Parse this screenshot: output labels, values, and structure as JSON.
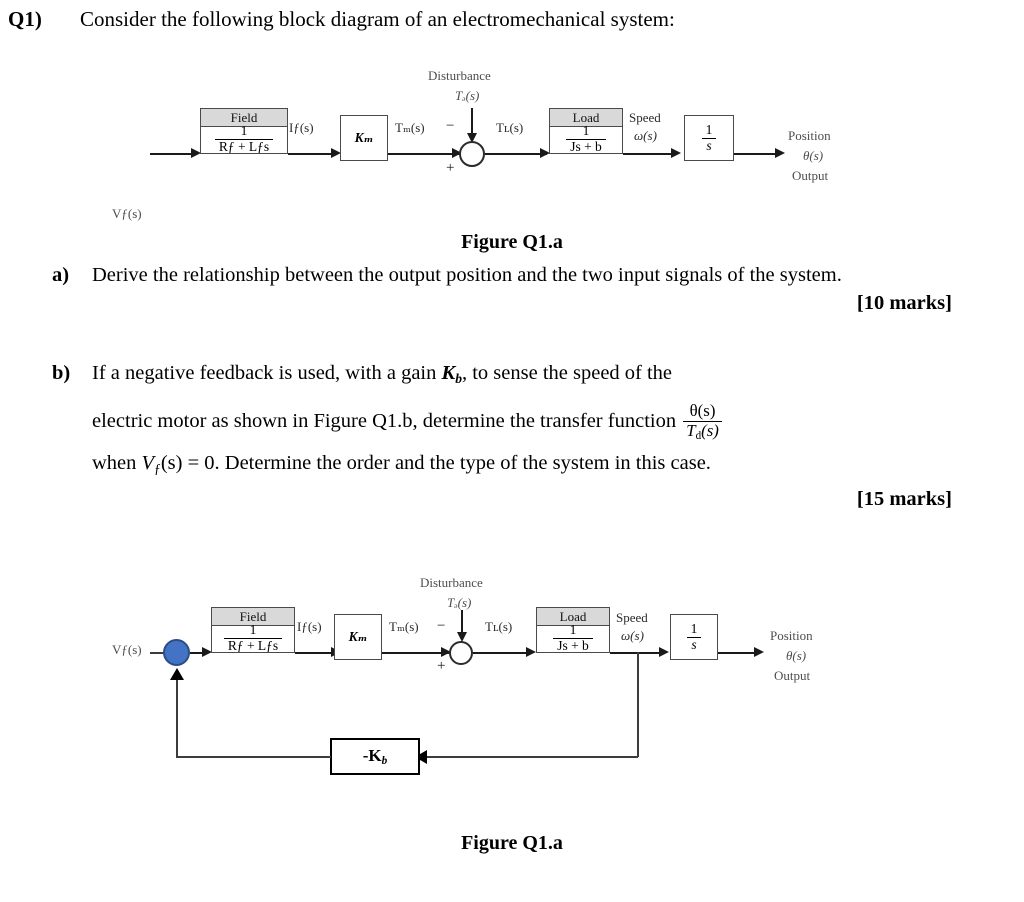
{
  "question": {
    "number": "Q1)",
    "prompt": "Consider the following block diagram of an electromechanical system:"
  },
  "figure_a": {
    "caption": "Figure Q1.a",
    "blocks": [
      {
        "id": "field",
        "header": "Field",
        "numerator": "1",
        "denominator": "Rƒ + Lƒs"
      },
      {
        "id": "km",
        "header": "",
        "label": "Kₘ"
      },
      {
        "id": "load",
        "header": "Load",
        "numerator": "1",
        "denominator": "Js + b"
      },
      {
        "id": "integrator",
        "header": "",
        "numerator": "1",
        "denominator": "s"
      }
    ],
    "signals": {
      "input": "Vƒ(s)",
      "field_current": "Iƒ(s)",
      "motor_torque": "Tₘ(s)",
      "load_torque": "Tʟ(s)",
      "disturbance_title": "Disturbance",
      "disturbance_signal": "Tₔ(s)",
      "speed_title": "Speed",
      "speed_signal": "ω(s)",
      "position_title": "Position",
      "position_signal": "θ(s)",
      "position_sub": "Output"
    },
    "summing_signs": {
      "minus": "−",
      "plus": "+"
    }
  },
  "part_a": {
    "label": "a)",
    "text": "Derive the relationship between the output position and the two input signals of the system.",
    "marks": "[10 marks]"
  },
  "part_b": {
    "label": "b)",
    "line1_pre": "If a negative feedback is used, with a gain ",
    "gain_symbol": "K",
    "gain_sub": "b",
    "line1_post": ", to sense the speed of the",
    "line2_pre": "electric motor as shown in Figure Q1.b, determine the transfer function ",
    "fraction_num": "θ(s)",
    "fraction_den_main": "T",
    "fraction_den_sub": "d",
    "fraction_den_tail": "(s)",
    "line3_pre": "when ",
    "line3_var": "V",
    "line3_var_sub": "ƒ",
    "line3_post": "(s) = 0. Determine the order and the type of the system in this case.",
    "marks": "[15 marks]"
  },
  "figure_b": {
    "caption": "Figure Q1.a",
    "blocks": [
      {
        "id": "field",
        "header": "Field",
        "numerator": "1",
        "denominator": "Rƒ + Lƒs"
      },
      {
        "id": "km",
        "header": "",
        "label": "Kₘ"
      },
      {
        "id": "load",
        "header": "Load",
        "numerator": "1",
        "denominator": "Js + b"
      },
      {
        "id": "integrator",
        "header": "",
        "numerator": "1",
        "denominator": "s"
      },
      {
        "id": "feedback",
        "header": "",
        "label": "-Kᵦ"
      }
    ],
    "feedback_gain_label": "-K",
    "feedback_gain_sub": "b",
    "signals": {
      "input": "Vƒ(s)",
      "field_current": "Iƒ(s)",
      "motor_torque": "Tₘ(s)",
      "load_torque": "Tʟ(s)",
      "disturbance_title": "Disturbance",
      "disturbance_signal": "Tₔ(s)",
      "speed_title": "Speed",
      "speed_signal": "ω(s)",
      "position_title": "Position",
      "position_signal": "θ(s)",
      "position_sub": "Output"
    },
    "summing_signs": {
      "minus": "−",
      "plus": "+"
    },
    "colors": {
      "summing_junction_fill": "#4472c4",
      "block_header_fill": "#d9d9d9"
    }
  },
  "colors": {
    "page_background": "#ffffff",
    "text": "#000000",
    "block_header_fill": "#d9d9d9",
    "block_border": "#4a4a4a",
    "line": "#1a1a1a",
    "accent_blue": "#4472c4"
  }
}
